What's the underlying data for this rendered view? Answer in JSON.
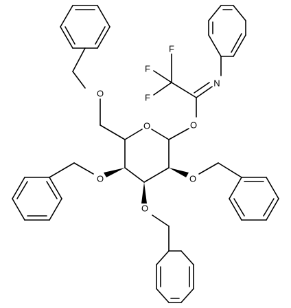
{
  "atoms": {
    "o_ring": "O",
    "o_anomeric": "O",
    "n_imine": "N",
    "f1": "F",
    "f2": "F",
    "f3": "F",
    "o_c6": "O",
    "o_c4": "O",
    "o_c2": "O",
    "o_c3": "O"
  },
  "colors": {
    "ink": "#000000",
    "background": "#ffffff"
  }
}
